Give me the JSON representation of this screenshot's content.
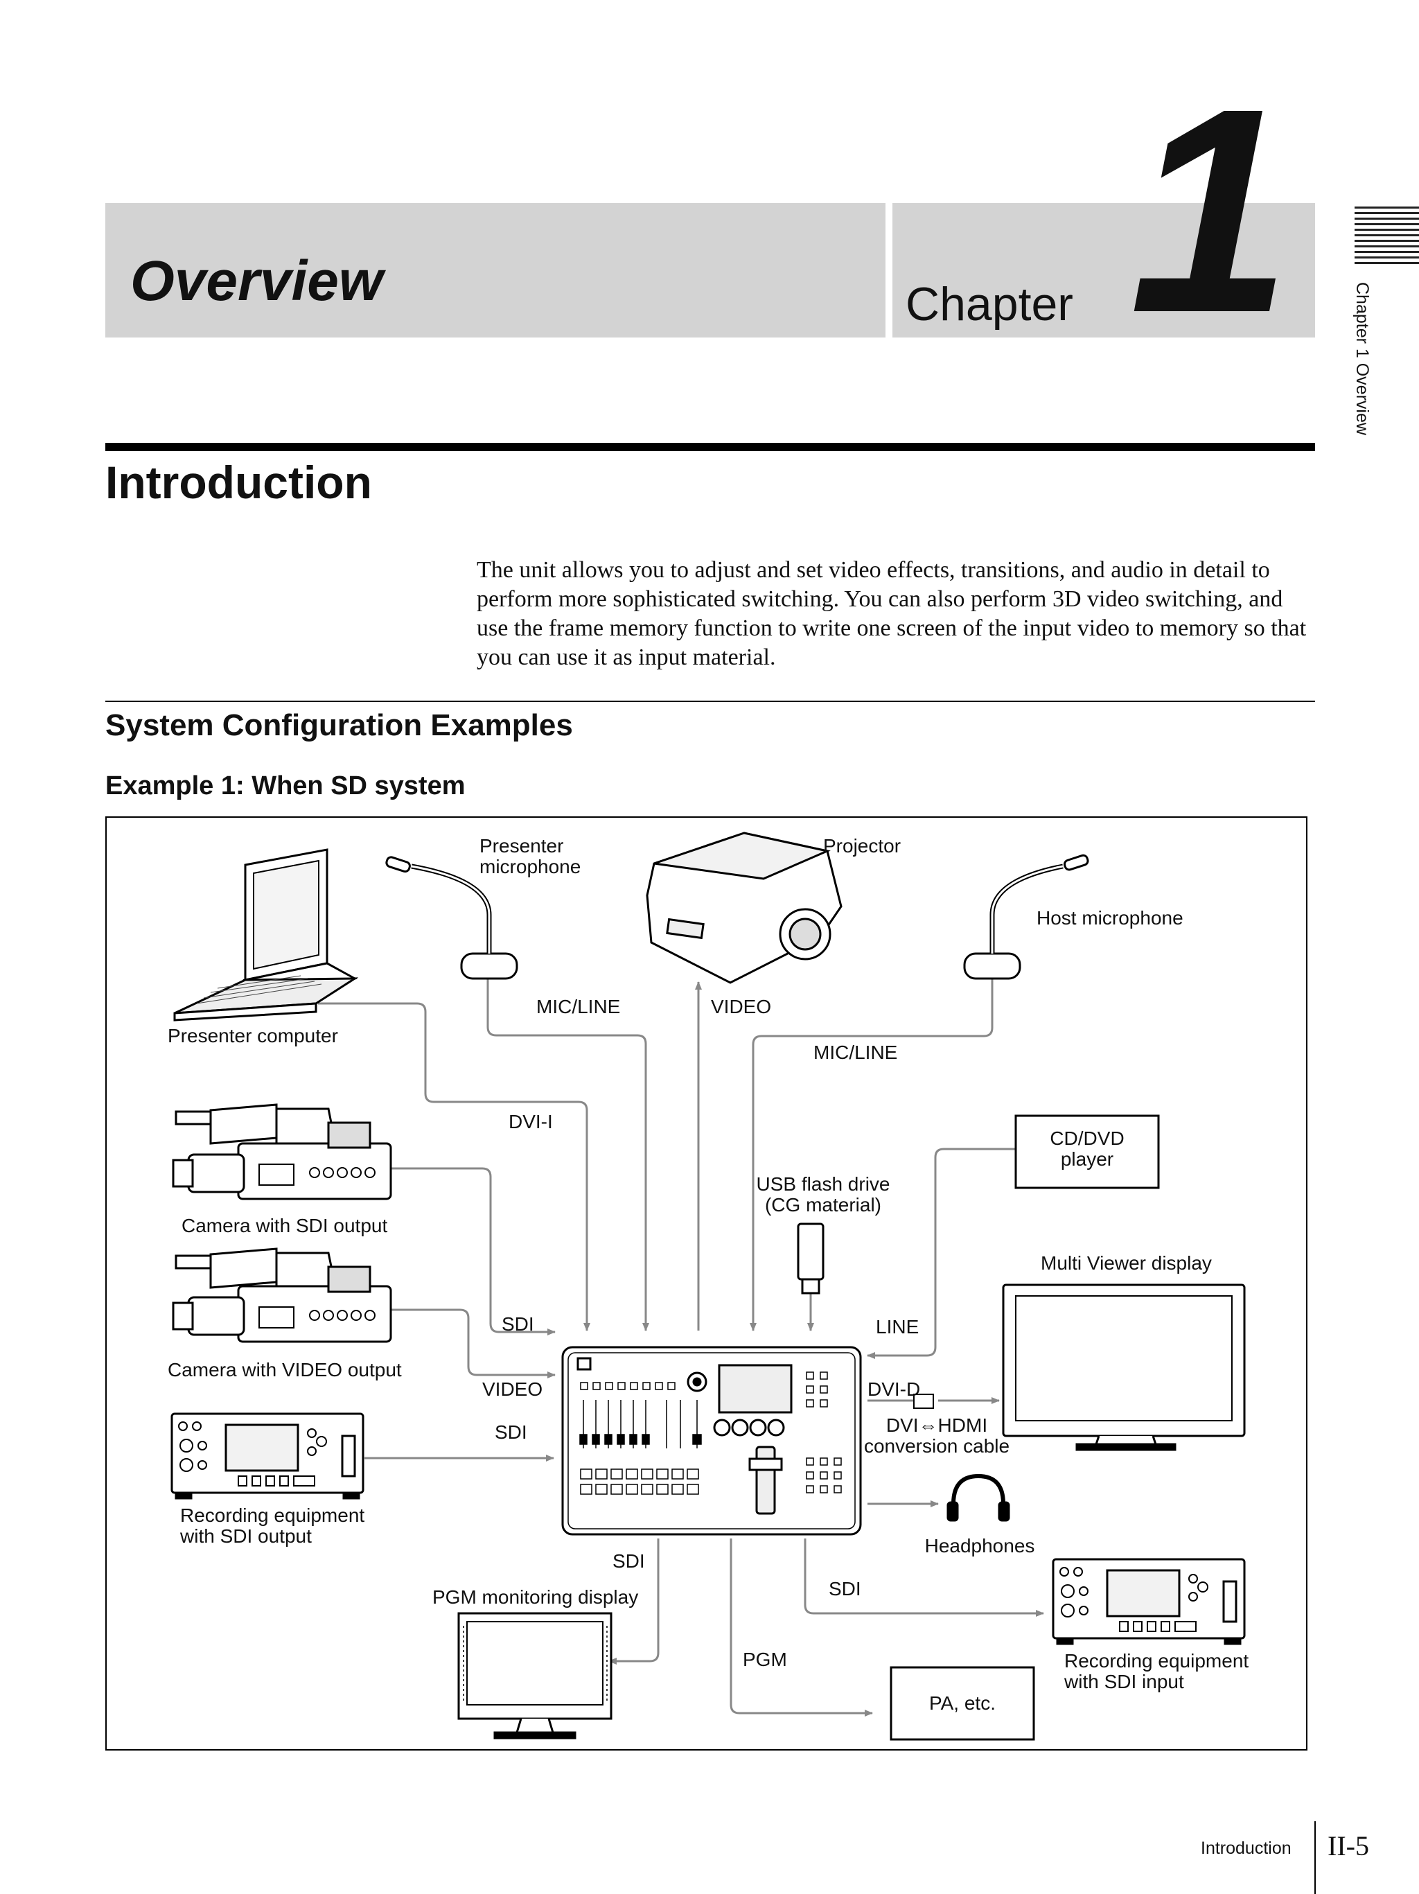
{
  "chapter": {
    "title": "Overview",
    "word": "Chapter",
    "number": "1"
  },
  "side_tab": {
    "label": "Chapter 1  Overview"
  },
  "section": {
    "title": "Introduction",
    "body": "The unit allows you to adjust and set video effects, transitions, and audio in detail to perform more sophisticated switching. You can also perform 3D video switching, and use the frame memory function to write one screen of the input video to memory so that you can use it as input material."
  },
  "subsection": {
    "title": "System Configuration Examples"
  },
  "example": {
    "title": "Example 1: When SD system"
  },
  "diagram": {
    "devices": {
      "presenter_computer": "Presenter computer",
      "presenter_mic_1": "Presenter",
      "presenter_mic_2": "microphone",
      "projector": "Projector",
      "host_mic": "Host microphone",
      "camera_sdi": "Camera with SDI output",
      "camera_video": "Camera with VIDEO output",
      "rec_sdi_out_1": "Recording equipment",
      "rec_sdi_out_2": "with SDI output",
      "cd_dvd_1": "CD/DVD",
      "cd_dvd_2": "player",
      "usb_1": "USB flash drive",
      "usb_2": "(CG material)",
      "multiviewer": "Multi Viewer display",
      "converter_1": "DVI⇔HDMI",
      "converter_2": "conversion cable",
      "headphones": "Headphones",
      "pgm_display": "PGM monitoring display",
      "pa": "PA, etc.",
      "rec_sdi_in_1": "Recording equipment",
      "rec_sdi_in_2": "with SDI input"
    },
    "signals": {
      "mic_line_1": "MIC/LINE",
      "video_out": "VIDEO",
      "mic_line_2": "MIC/LINE",
      "dvi_i": "DVI-I",
      "sdi_in_1": "SDI",
      "video_in": "VIDEO",
      "sdi_in_2": "SDI",
      "line": "LINE",
      "dvi_d": "DVI-D",
      "sdi_out_pgm": "SDI",
      "sdi_out_rec": "SDI",
      "pgm": "PGM"
    }
  },
  "footer": {
    "section": "Introduction",
    "page": "II-5"
  }
}
